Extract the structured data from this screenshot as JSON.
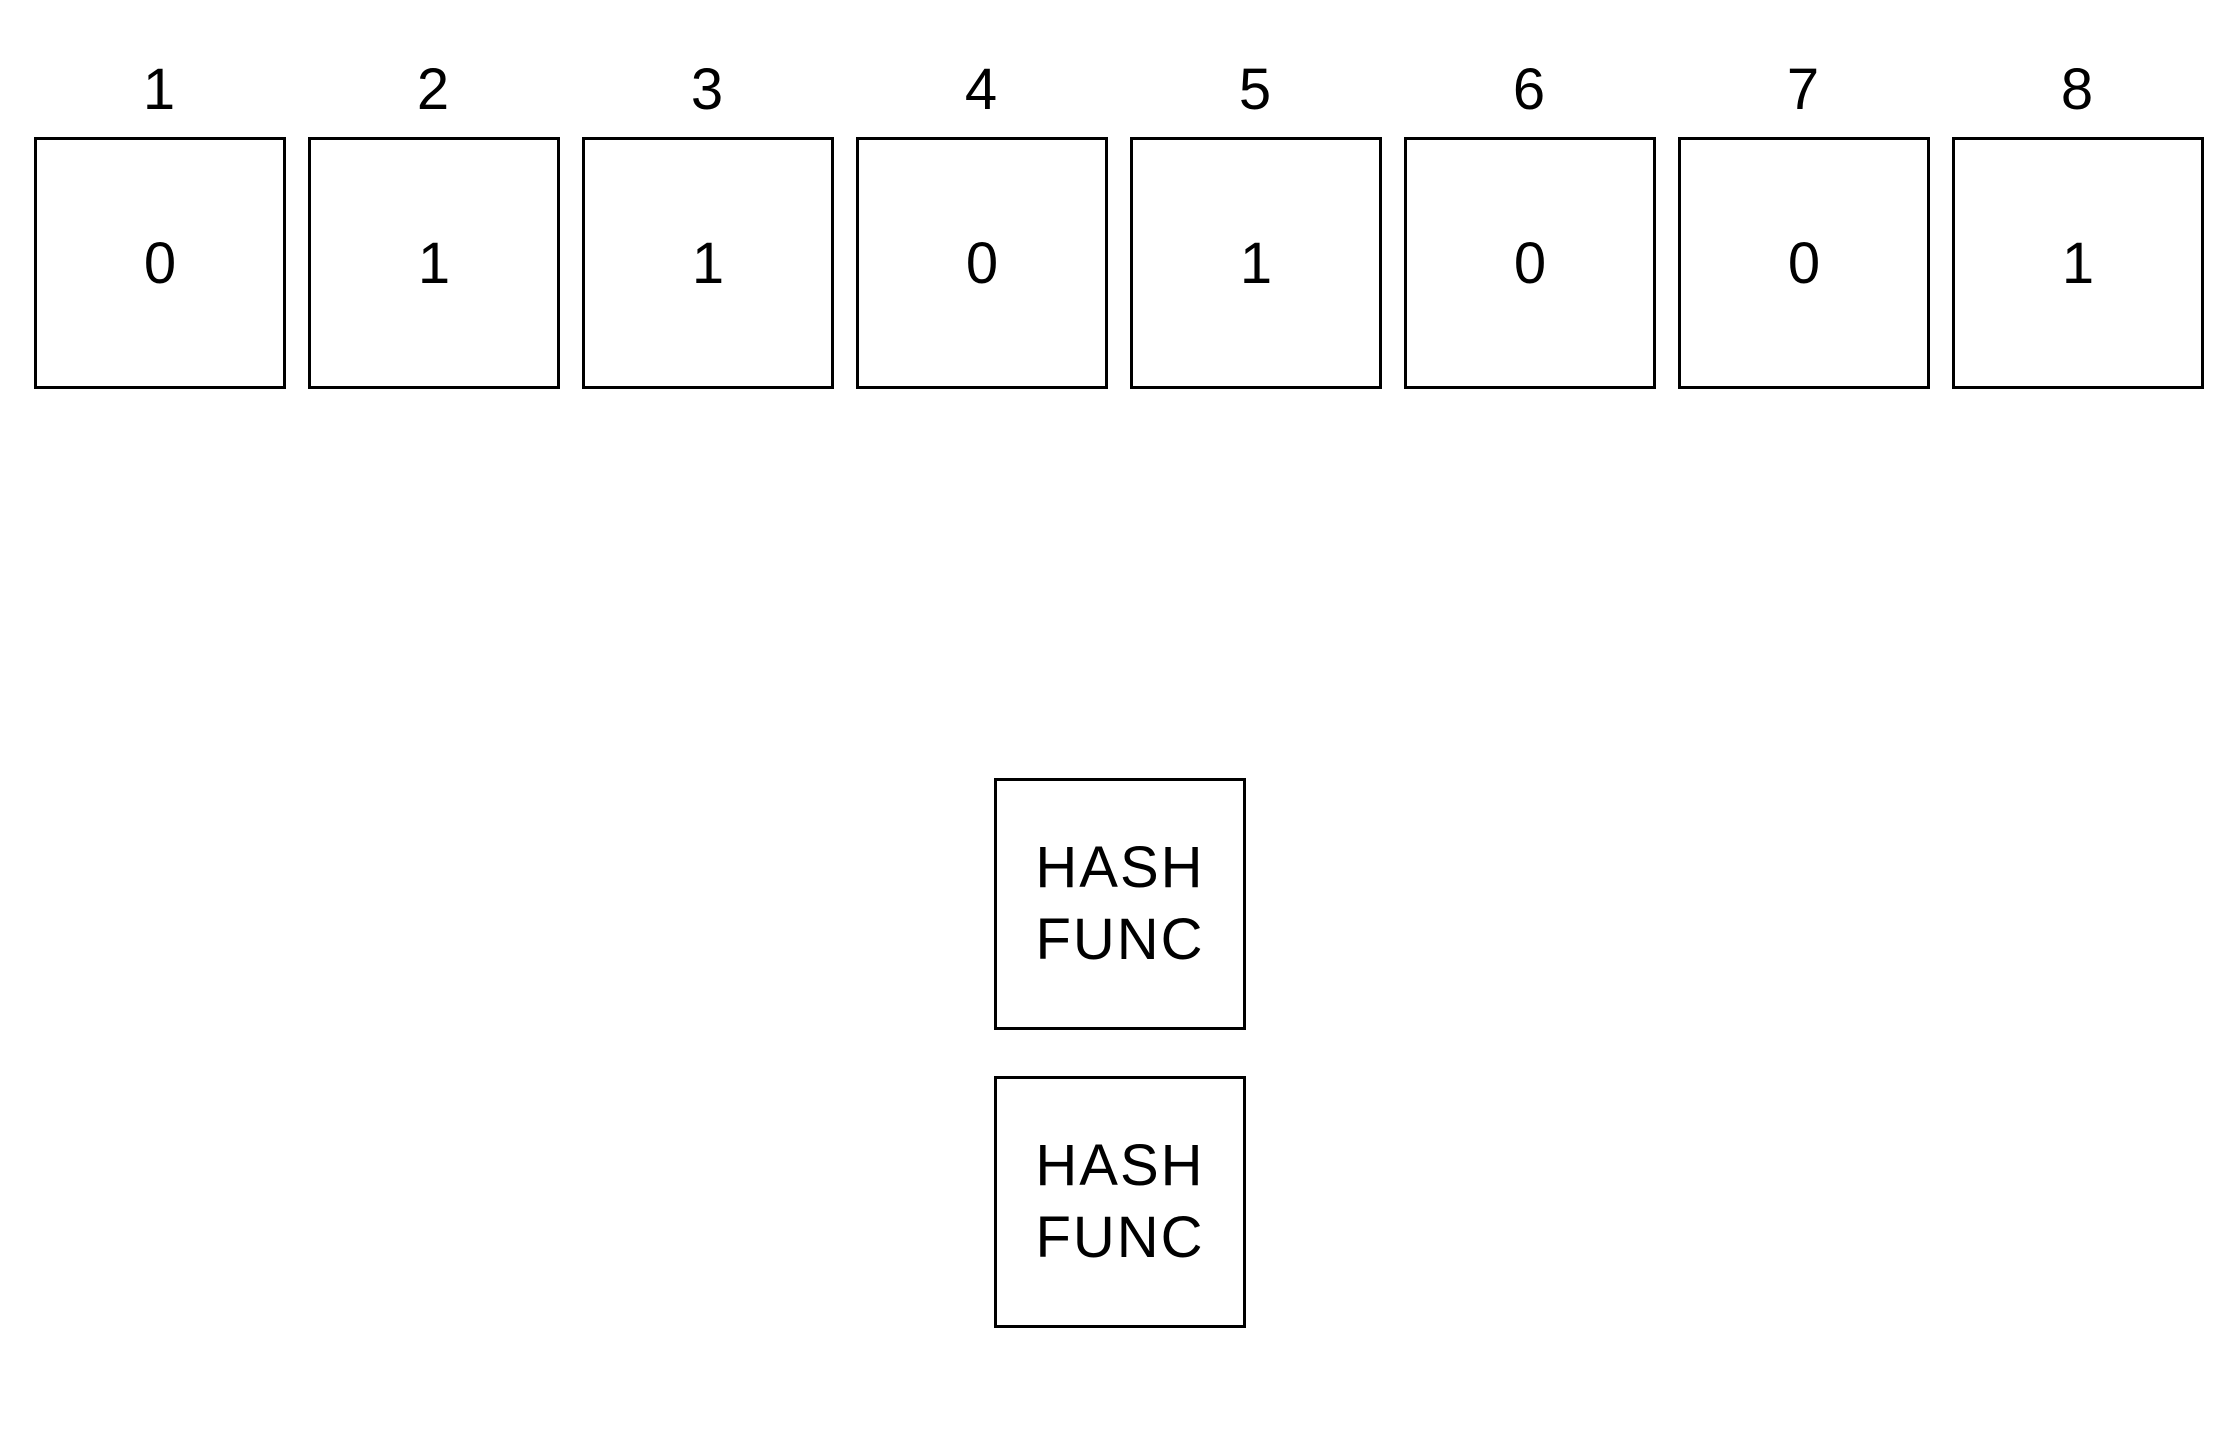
{
  "bit_array": {
    "indices": [
      "1",
      "2",
      "3",
      "4",
      "5",
      "6",
      "7",
      "8"
    ],
    "values": [
      "0",
      "1",
      "1",
      "0",
      "1",
      "0",
      "0",
      "1"
    ]
  },
  "hash_functions": [
    {
      "line1": "HASH",
      "line2": "FUNC"
    },
    {
      "line1": "HASH",
      "line2": "FUNC"
    }
  ]
}
